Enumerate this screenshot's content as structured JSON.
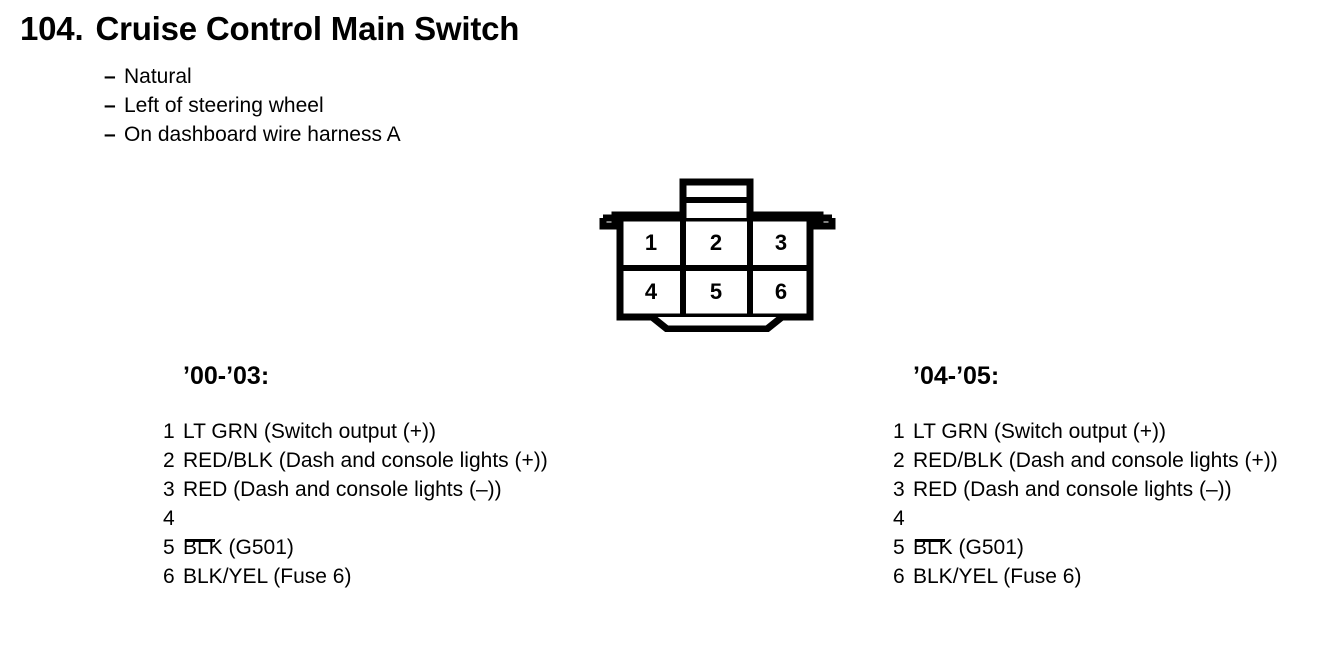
{
  "document": {
    "section_number": "104.",
    "title": "Cruise Control Main Switch",
    "specs": [
      {
        "dash": "–",
        "text": "Natural"
      },
      {
        "dash": "–",
        "text": "Left of steering wheel"
      },
      {
        "dash": "–",
        "text": "On dashboard wire harness A"
      }
    ]
  },
  "connector": {
    "name": "6-pin-connector",
    "rows": 2,
    "columns": 3,
    "pins": [
      "1",
      "2",
      "3",
      "4",
      "5",
      "6"
    ],
    "outline_color": "#000000",
    "fill_color": "#ffffff"
  },
  "pin_tables": [
    {
      "heading": "’00-’03:",
      "rows": [
        {
          "num": "1",
          "desc": "LT GRN (Switch output (+))"
        },
        {
          "num": "2",
          "desc": "RED/BLK (Dash and console lights (+))"
        },
        {
          "num": "3",
          "desc": "RED (Dash and console lights (–))"
        },
        {
          "num": "4",
          "desc": ""
        },
        {
          "num": "5",
          "desc": "BLK (G501)"
        },
        {
          "num": "6",
          "desc": "BLK/YEL (Fuse 6)"
        }
      ]
    },
    {
      "heading": "’04-’05:",
      "rows": [
        {
          "num": "1",
          "desc": "LT GRN (Switch output (+))"
        },
        {
          "num": "2",
          "desc": "RED/BLK (Dash and console lights (+))"
        },
        {
          "num": "3",
          "desc": "RED (Dash and console lights (–))"
        },
        {
          "num": "4",
          "desc": ""
        },
        {
          "num": "5",
          "desc": "BLK (G501)"
        },
        {
          "num": "6",
          "desc": "BLK/YEL (Fuse 6)"
        }
      ]
    }
  ]
}
